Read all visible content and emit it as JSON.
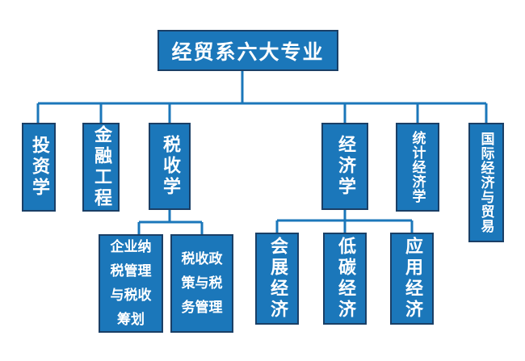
{
  "colors": {
    "box_fill": "#1b77ba",
    "box_border": "#1a3f66",
    "connector": "#1b77ba",
    "text": "#ffffff"
  },
  "root": {
    "label": "经贸系六大专业"
  },
  "majors": [
    {
      "label": "投资学"
    },
    {
      "label": "金融工程"
    },
    {
      "label": "税收学"
    },
    {
      "label": "经济学"
    },
    {
      "label": "统计经济学"
    },
    {
      "label": "国际经济与贸易"
    }
  ],
  "sub_taxation": [
    {
      "label": "企业纳税管理与税收筹划"
    },
    {
      "label": "税收政策与税务管理"
    }
  ],
  "sub_economics": [
    {
      "label": "会展经济"
    },
    {
      "label": "低碳经济"
    },
    {
      "label": "应用经济"
    }
  ]
}
